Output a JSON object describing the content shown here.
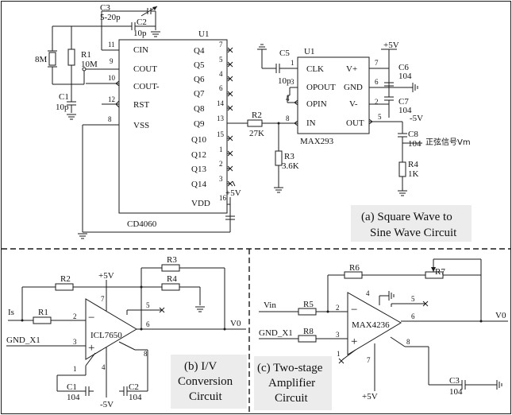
{
  "circuit_a": {
    "caption_line1": "(a) Square Wave to",
    "caption_line2": "Sine Wave Circuit",
    "u1_chip": {
      "ref": "U1",
      "part": "CD4060",
      "pins_left": [
        {
          "name": "CIN",
          "num": "11"
        },
        {
          "name": "COUT",
          "num": "9"
        },
        {
          "name": "COUT-",
          "num": "10"
        },
        {
          "name": "RST",
          "num": "12"
        },
        {
          "name": "VSS",
          "num": "8"
        }
      ],
      "pins_right": [
        {
          "name": "Q4",
          "num": "7"
        },
        {
          "name": "Q5",
          "num": "5"
        },
        {
          "name": "Q6",
          "num": "4"
        },
        {
          "name": "Q7",
          "num": "6"
        },
        {
          "name": "Q8",
          "num": "14"
        },
        {
          "name": "Q9",
          "num": "13"
        },
        {
          "name": "Q10",
          "num": "15"
        },
        {
          "name": "Q12",
          "num": "1"
        },
        {
          "name": "Q13",
          "num": "2"
        },
        {
          "name": "Q14",
          "num": "3"
        },
        {
          "name": "VDD",
          "num": "16"
        }
      ],
      "vdd_label": "+5V"
    },
    "u2_chip": {
      "ref": "U1",
      "part": "MAX293",
      "pins_left": [
        {
          "name": "CLK",
          "num": "1"
        },
        {
          "name": "OPOUT",
          "num": "3"
        },
        {
          "name": "OPIN",
          "num": "4"
        },
        {
          "name": "IN",
          "num": "8"
        }
      ],
      "pins_right": [
        {
          "name": "V+",
          "num": "7"
        },
        {
          "name": "GND",
          "num": "6"
        },
        {
          "name": "V-",
          "num": "2"
        },
        {
          "name": "OUT",
          "num": "5"
        }
      ]
    },
    "components": {
      "c3_ref": "C3",
      "c3_val": "5-20p",
      "c2_ref": "C2",
      "c2_val": "10p",
      "xtal": "8M",
      "r1_ref": "R1",
      "r1_val": "10M",
      "c1_ref": "C1",
      "c1_val": "10p",
      "r2_ref": "R2",
      "r2_val": "27K",
      "r3_ref": "R3",
      "r3_val": "3.6K",
      "c5_ref": "C5",
      "c5_val": "10p",
      "c6_ref": "C6",
      "c6_val": "104",
      "c7_ref": "C7",
      "c7_val": "104",
      "c8_ref": "C8",
      "c8_val": "104",
      "r4_ref": "R4",
      "r4_val": "1K",
      "plus5v": "+5V",
      "minus5v": "-5V",
      "sine_out": "正弦信号Vm"
    }
  },
  "circuit_b": {
    "caption_line1": "(b)  I/V",
    "caption_line2": "Conversion",
    "caption_line3": "Circuit",
    "opamp": "ICL7650",
    "r1": "R1",
    "r2": "R2",
    "r3": "R3",
    "r4": "R4",
    "c1_ref": "C1",
    "c1_val": "104",
    "c2_ref": "C2",
    "c2_val": "104",
    "input": "Is",
    "gnd_in": "GND_X1",
    "output": "V0",
    "plus5v": "+5V",
    "minus5v": "-5V",
    "pin_minus": "2",
    "pin_plus": "3",
    "pin_out": "6",
    "pin_v_plus": "7",
    "pin_v_minus": "4",
    "pin_c1": "1",
    "pin_c2": "8",
    "pin_nc": "5",
    "sign_minus": "−",
    "sign_plus": "+"
  },
  "circuit_c": {
    "caption_line1": "(c) Two-stage",
    "caption_line2": "Amplifier",
    "caption_line3": "Circuit",
    "opamp": "MAX4236",
    "r5": "R5",
    "r6": "R6",
    "r7": "R7",
    "r8": "R8",
    "c3_ref": "C3",
    "c3_val": "104",
    "input": "Vin",
    "gnd_in": "GND_X1",
    "output": "V0",
    "plus5v": "+5V",
    "pin_minus": "2",
    "pin_plus": "3",
    "pin_out": "6",
    "pin_4": "4",
    "pin_7": "7",
    "pin_8": "8",
    "pin_1": "1",
    "pin_nc": "5",
    "sign_minus": "−",
    "sign_plus": "+"
  }
}
